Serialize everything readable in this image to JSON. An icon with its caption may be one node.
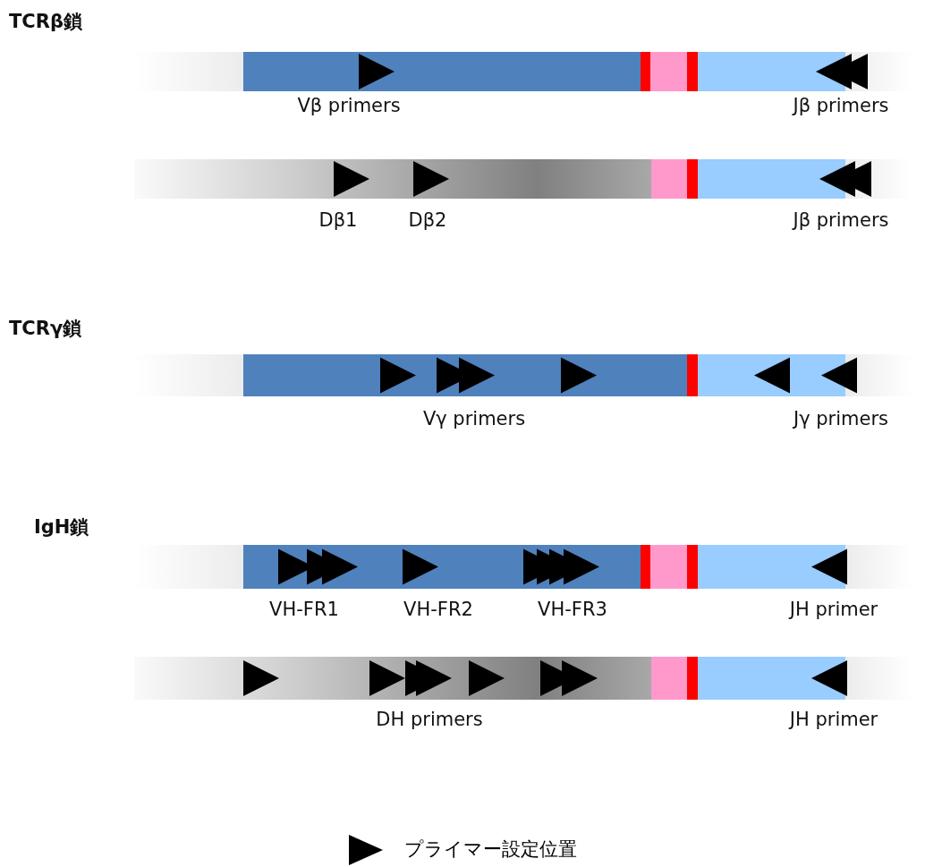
{
  "diagram": {
    "labels": [
      "TCRβ鎖",
      "Vβ primers",
      "Jβ primers",
      "Dβ1",
      "Dβ2",
      "Jβ primers",
      "TCRγ鎖",
      "Vγ primers",
      "Jγ primers",
      "IgH鎖",
      "VH-FR1",
      "VH-FR2",
      "VH-FR3",
      "JH primer",
      "DH primers",
      "JH primer"
    ],
    "legend": [
      {
        "text": "プライマー設定位置"
      }
    ]
  }
}
